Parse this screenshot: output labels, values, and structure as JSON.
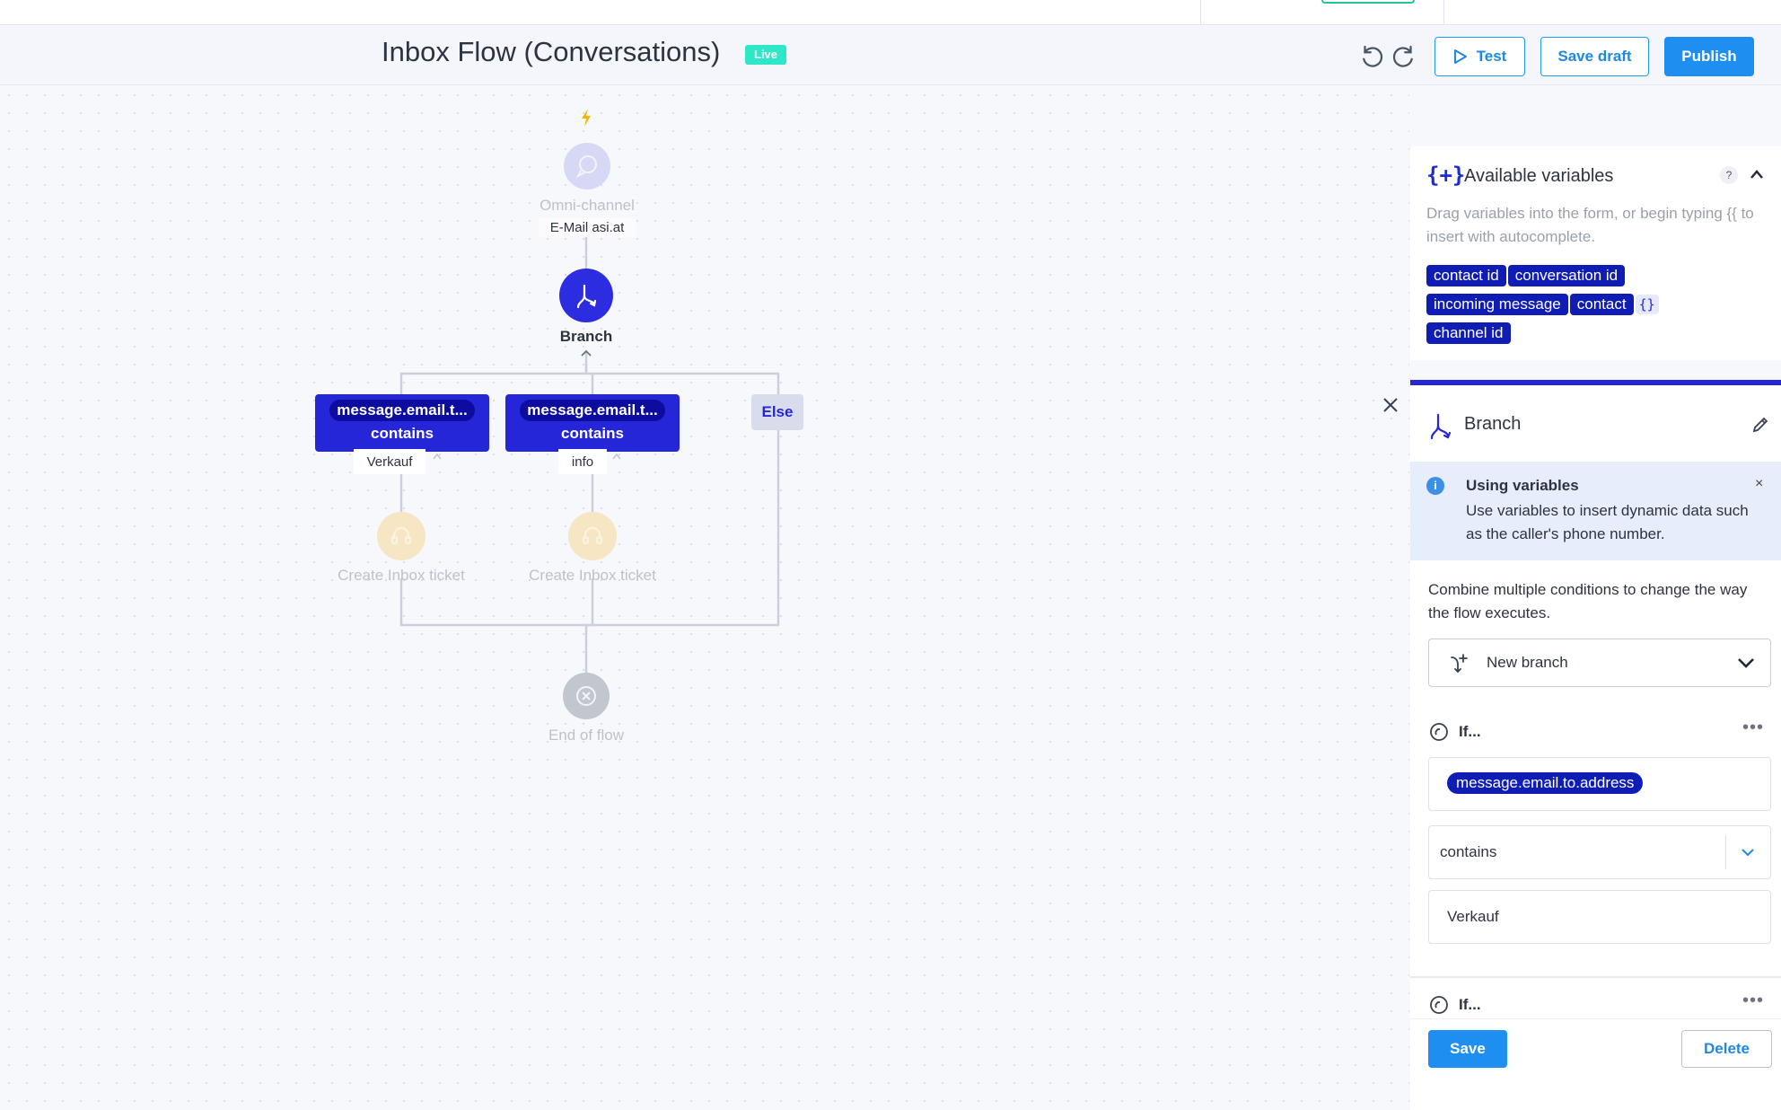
{
  "header": {
    "title": "Inbox Flow (Conversations)",
    "live_badge": "Live",
    "test_label": "Test",
    "save_draft_label": "Save draft",
    "publish_label": "Publish"
  },
  "flow": {
    "trigger": {
      "title": "Omni-channel",
      "subtitle": "E-Mail asi.at"
    },
    "branch": {
      "title": "Branch"
    },
    "conditions": [
      {
        "variable": "message.email.t...",
        "operator": "contains",
        "value": "Verkauf",
        "action": "Create Inbox ticket"
      },
      {
        "variable": "message.email.t...",
        "operator": "contains",
        "value": "info",
        "action": "Create Inbox ticket"
      }
    ],
    "else_label": "Else",
    "end": {
      "title": "End of flow"
    }
  },
  "variables_panel": {
    "title": "Available variables",
    "help": "?",
    "description": "Drag variables into the form, or begin typing {{ to insert with autocomplete.",
    "chips": [
      "contact id",
      "conversation id",
      "incoming message",
      "contact",
      "channel id"
    ],
    "brace_chip": "{}"
  },
  "branch_panel": {
    "title": "Branch",
    "info": {
      "title": "Using variables",
      "text": "Use variables to insert dynamic data such as the caller's phone number.",
      "close": "×"
    },
    "description": "Combine multiple conditions to change the way the flow executes.",
    "new_branch_label": "New branch",
    "if_label": "If...",
    "more": "•••",
    "condition": {
      "variable": "message.email.to.address",
      "operator": "contains",
      "value": "Verkauf"
    },
    "save_label": "Save",
    "delete_label": "Delete"
  },
  "colors": {
    "primary_blue": "#1e8ff0",
    "branch_indigo": "#2626d9",
    "chip_navy": "#101db4",
    "live_teal": "#2ee6c8"
  }
}
